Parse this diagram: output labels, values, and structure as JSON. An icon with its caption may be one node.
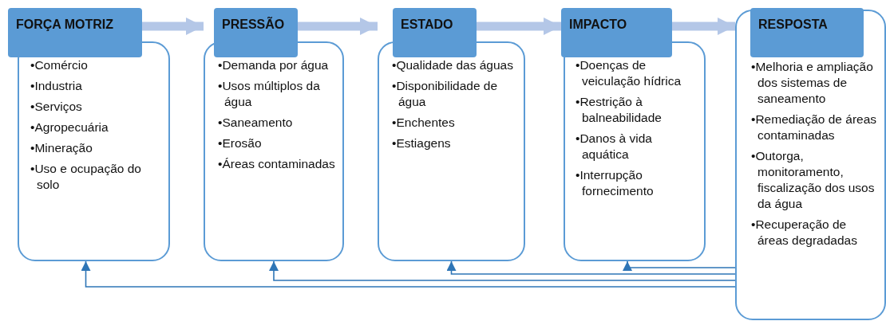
{
  "diagram": {
    "nodes": [
      {
        "text": [
          "FORÇA MOTRIZ",
          "•Comércio",
          "•Industria",
          "•Serviços",
          "•Agropecuária",
          "•Mineração",
          "•Uso e ocupação do solo"
        ]
      },
      {
        "text": [
          "PRESSÃO",
          "•Demanda por água",
          "•Usos múltiplos da água",
          "•Saneamento",
          "•Erosão",
          "•Áreas contaminadas"
        ]
      },
      {
        "text": [
          "ESTADO",
          "•Qualidade das águas",
          "•Disponibilidade de água",
          "•Enchentes",
          "•Estiagens"
        ]
      },
      {
        "text": [
          "IMPACTO",
          "•Doenças de veiculação hídrica",
          "•Restrição à balneabilidade",
          "•Danos à vida aquática",
          "•Interrupção fornecimento"
        ]
      },
      {
        "text": [
          "RESPOSTA",
          "•Melhoria e ampliação dos sistemas de saneamento",
          "•Remediação de áreas contaminadas",
          "•Outorga, monitoramento, fiscalização dos usos da água",
          "•Recuperação de áreas degradadas"
        ]
      }
    ],
    "edges": [
      {
        "from": 0,
        "to": 1,
        "arrow": "to",
        "style": "thick",
        "color": "#b4c7e7"
      },
      {
        "from": 1,
        "to": 2,
        "arrow": "to",
        "style": "thick",
        "color": "#b4c7e7"
      },
      {
        "from": 2,
        "to": 3,
        "arrow": "to",
        "style": "thick",
        "color": "#b4c7e7"
      },
      {
        "from": 3,
        "to": 4,
        "arrow": "to",
        "style": "thick",
        "color": "#b4c7e7"
      },
      {
        "from": 4,
        "to": 3,
        "arrow": "to",
        "color": "#2e75b6"
      },
      {
        "from": 4,
        "to": 2,
        "arrow": "to",
        "color": "#2e75b6"
      },
      {
        "from": 4,
        "to": 1,
        "arrow": "to",
        "color": "#2e75b6"
      },
      {
        "from": 4,
        "to": 0,
        "arrow": "to",
        "color": "#2e75b6"
      }
    ]
  }
}
